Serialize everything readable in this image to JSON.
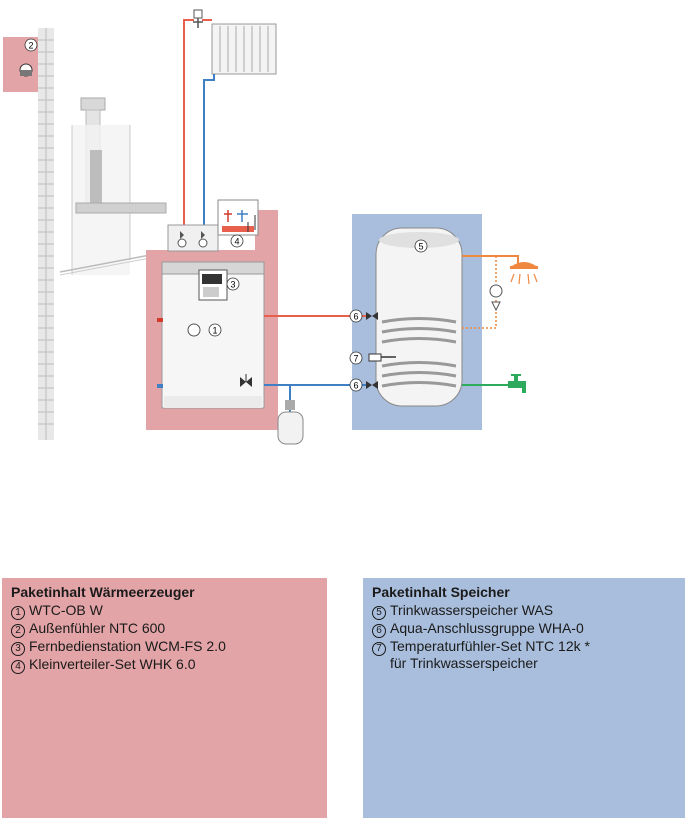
{
  "colors": {
    "generator_bg": "#e3a4a7",
    "storage_bg": "#a9bedc",
    "hot_pipe": "#e8604c",
    "cold_pipe": "#3f7fc4",
    "drinking_water": "#2daa5c",
    "shower": "#f0873f"
  },
  "diagram": {
    "markers": {
      "m1": "1",
      "m2": "2",
      "m3": "3",
      "m4": "4",
      "m5": "5",
      "m6a": "6",
      "m6b": "6",
      "m7": "7"
    },
    "icons": [
      "outdoor-sensor-icon",
      "radiator-icon",
      "chimney-icon",
      "boiler-icon",
      "control-panel-icon",
      "distributor-icon",
      "storage-tank-icon",
      "shower-icon",
      "faucet-icon",
      "expansion-vessel-icon",
      "valve-icon"
    ]
  },
  "left_panel": {
    "title": "Paketinhalt Wärmeerzeuger",
    "items": [
      {
        "num": "1",
        "text": "WTC-OB W"
      },
      {
        "num": "2",
        "text": "Außenfühler NTC 600"
      },
      {
        "num": "3",
        "text": "Fernbedienstation WCM-FS 2.0"
      },
      {
        "num": "4",
        "text": "Kleinverteiler-Set WHK 6.0"
      }
    ]
  },
  "right_panel": {
    "title": "Paketinhalt Speicher",
    "items": [
      {
        "num": "5",
        "text": "Trinkwasserspeicher WAS"
      },
      {
        "num": "6",
        "text": "Aqua-Anschlussgruppe WHA-0"
      },
      {
        "num": "7",
        "text": "Temperaturfühler-Set NTC 12k *\nfür Trinkwasserspeicher"
      }
    ]
  }
}
